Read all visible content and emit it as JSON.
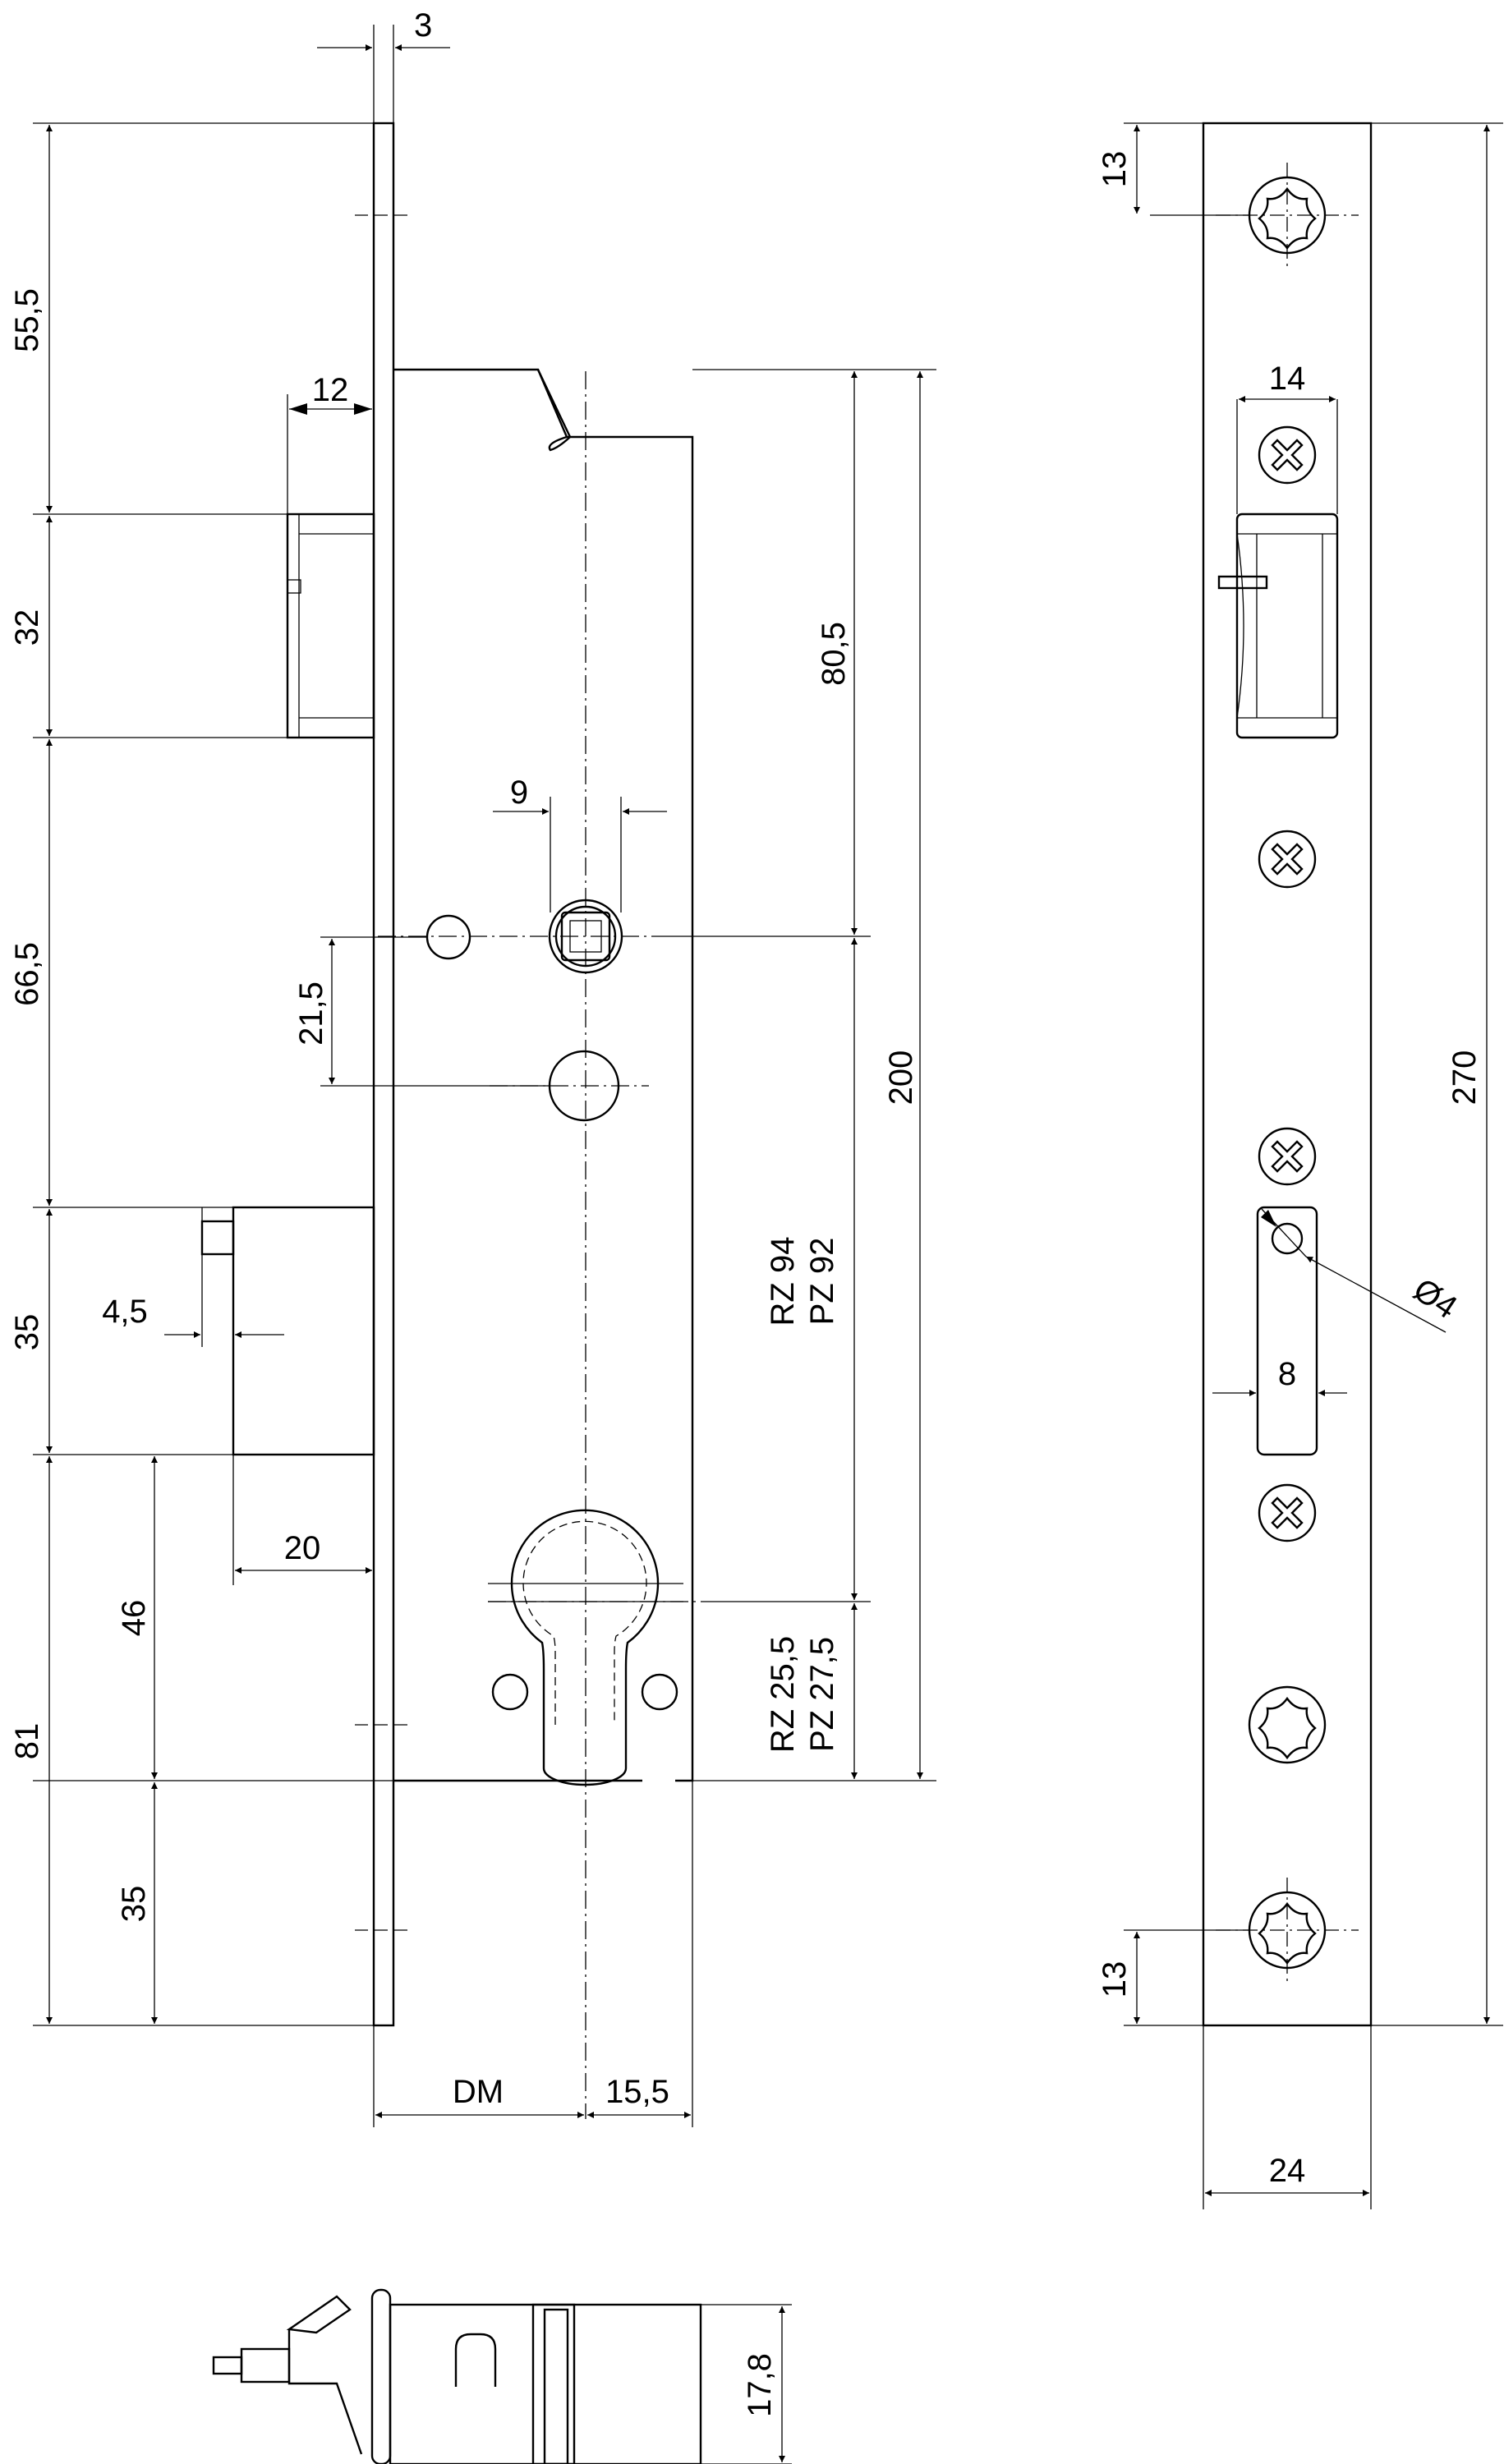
{
  "front_view": {
    "dims": {
      "faceplate_thickness": "3",
      "top_to_latch": "55,5",
      "latch_height": "32",
      "latch_projection": "12",
      "latch_to_bolt": "66,5",
      "bolt_height": "35",
      "bolt_projection": "20",
      "bolt_tip": "4,5",
      "bolt_to_bottom": "81",
      "bolt_to_cylinder": "46",
      "cylinder_to_bottom": "35",
      "spindle_square": "9",
      "spindle_to_hole": "21,5",
      "spindle_to_case_top": "80,5",
      "case_height": "200",
      "spindle_to_cylinder_rz": "RZ 94",
      "spindle_to_cylinder_pz": "PZ 92",
      "cylinder_to_case_bottom_rz": "RZ 25,5",
      "cylinder_to_case_bottom_pz": "PZ 27,5",
      "backset": "DM",
      "case_rear_offset": "15,5"
    }
  },
  "side_view": {
    "dims": {
      "top_screw": "13",
      "catch_width": "14",
      "total_length": "270",
      "hole_diameter": "Ø4",
      "slot_width": "8",
      "bottom_screw": "13",
      "faceplate_width": "24"
    }
  },
  "bottom_view": {
    "dims": {
      "case_depth": "17,8"
    }
  }
}
